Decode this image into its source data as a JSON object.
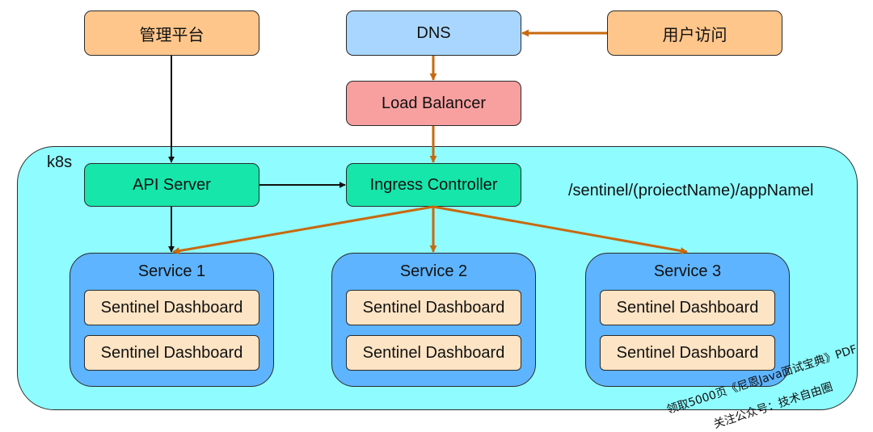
{
  "nodes": {
    "mgmt": "管理平台",
    "dns": "DNS",
    "user": "用户访问",
    "lb": "Load Balancer",
    "api": "API Server",
    "ingress": "Ingress Controller"
  },
  "k8s": {
    "label": "k8s",
    "path": "/sentinel/(proiectName)/appNamel"
  },
  "services": [
    {
      "title": "Service 1",
      "items": [
        "Sentinel Dashboard",
        "Sentinel Dashboard"
      ]
    },
    {
      "title": "Service 2",
      "items": [
        "Sentinel Dashboard",
        "Sentinel Dashboard"
      ]
    },
    {
      "title": "Service 3",
      "items": [
        "Sentinel Dashboard",
        "Sentinel Dashboard"
      ]
    }
  ],
  "watermark": {
    "line1": "领取5000页《尼恩Java面试宝典》PDF",
    "line2": "关注公众号：技术自由圈"
  },
  "colors": {
    "orange_box": "#ffc68c",
    "dns_box": "#a9d6ff",
    "lb_box": "#f8a0a0",
    "green_box": "#16e6aa",
    "k8s_bg": "#8ffcff",
    "service_bg": "#5eb4ff",
    "dashboard_bg": "#fde4c4",
    "arrow_orange": "#c7690f",
    "arrow_black": "#111111"
  }
}
